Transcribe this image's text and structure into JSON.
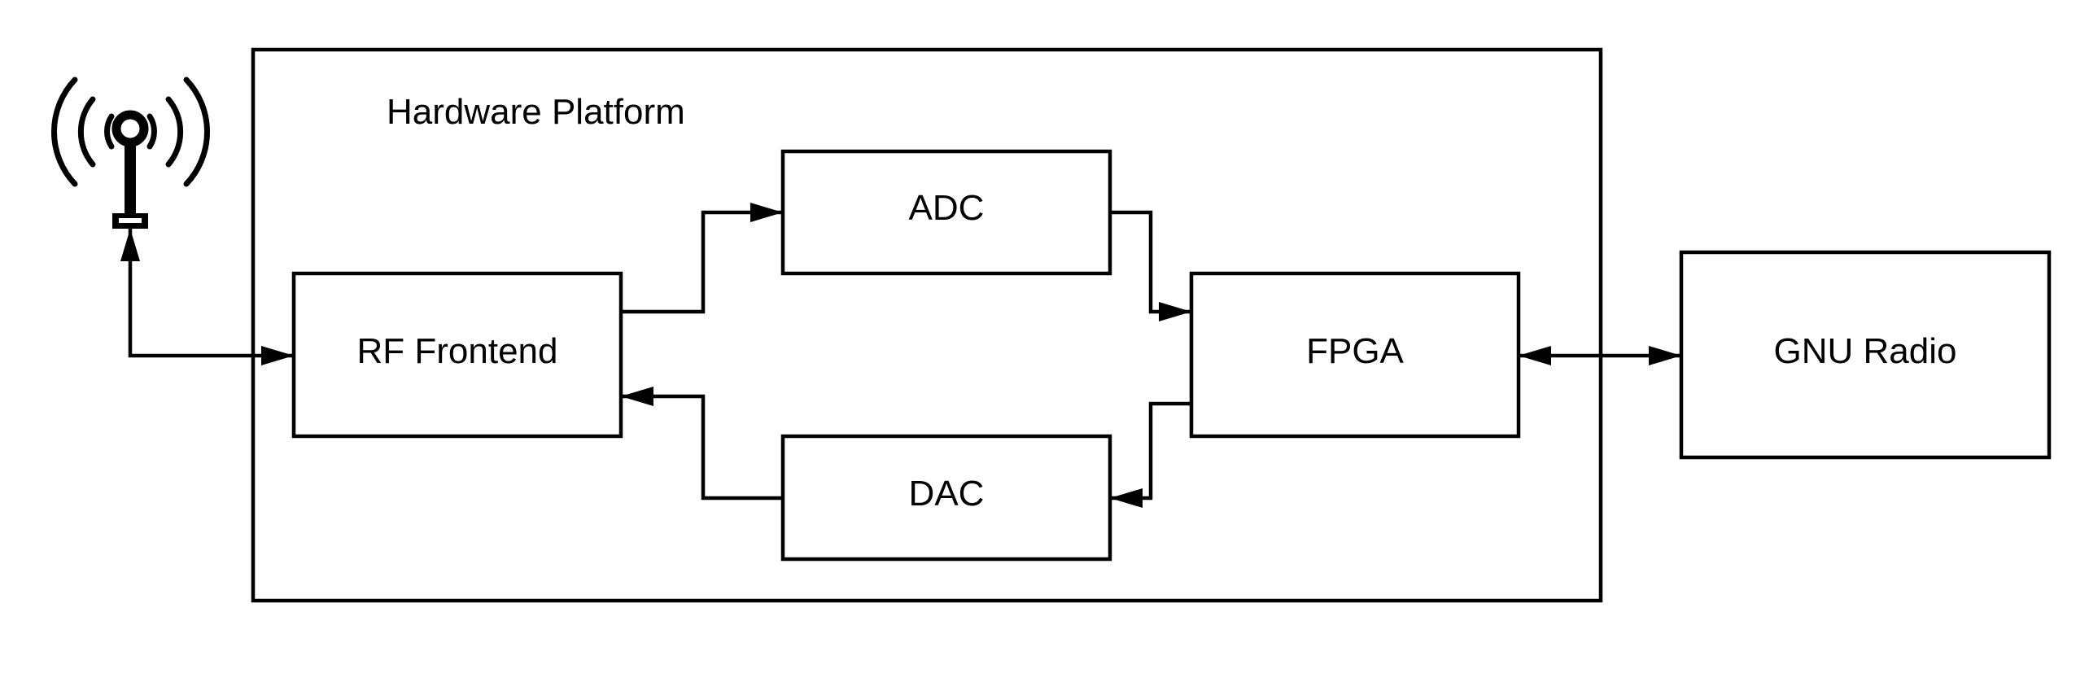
{
  "diagram": {
    "container_title": "Hardware Platform",
    "blocks": {
      "rf_frontend": "RF Frontend",
      "adc": "ADC",
      "dac": "DAC",
      "fpga": "FPGA",
      "gnu_radio": "GNU Radio"
    },
    "icons": {
      "antenna": "antenna-icon"
    }
  }
}
